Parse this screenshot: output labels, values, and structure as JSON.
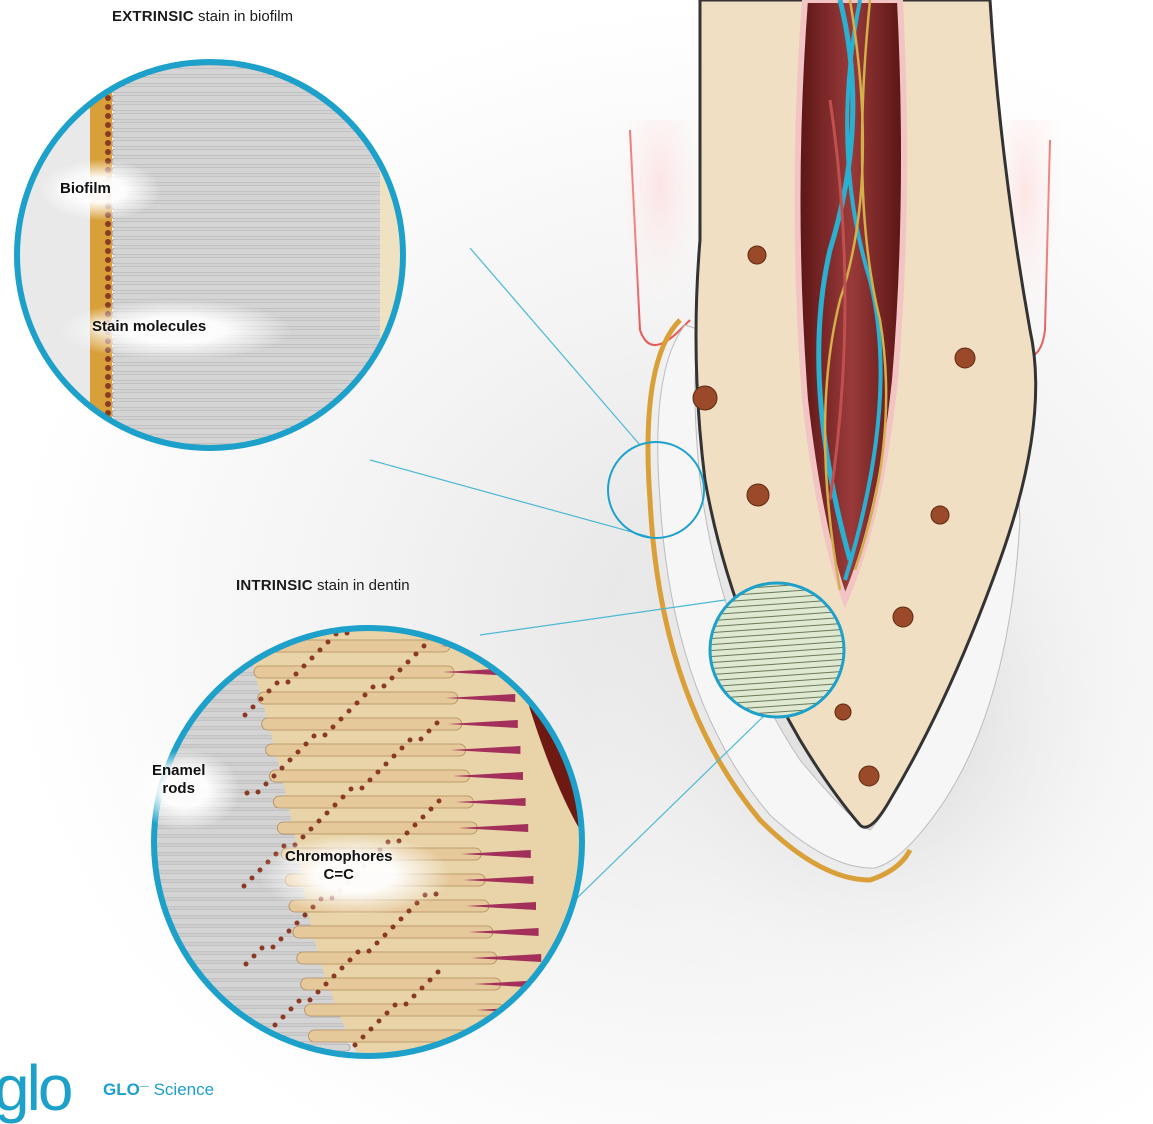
{
  "extrinsic_heading": {
    "strong": "EXTRINSIC",
    "rest": "stain in biofilm"
  },
  "intrinsic_heading": {
    "strong": "INTRINSIC",
    "rest": "stain in dentin"
  },
  "callouts": {
    "biofilm": "Biofilm",
    "stain_molecules": "Stain molecules",
    "enamel_rods_1": "Enamel",
    "enamel_rods_2": "rods",
    "chromophores_1": "Chromophores",
    "chromophores_2": "C=C"
  },
  "brand": {
    "logo": "glo",
    "name_strong": "GLO",
    "name_rest": "Science"
  },
  "colors": {
    "accent_blue": "#1da0c9",
    "enamel_gold": "#d9a03a",
    "dentin": "#f1dfc3",
    "stain": "#9a4a28",
    "gum": "#e85a5a"
  }
}
